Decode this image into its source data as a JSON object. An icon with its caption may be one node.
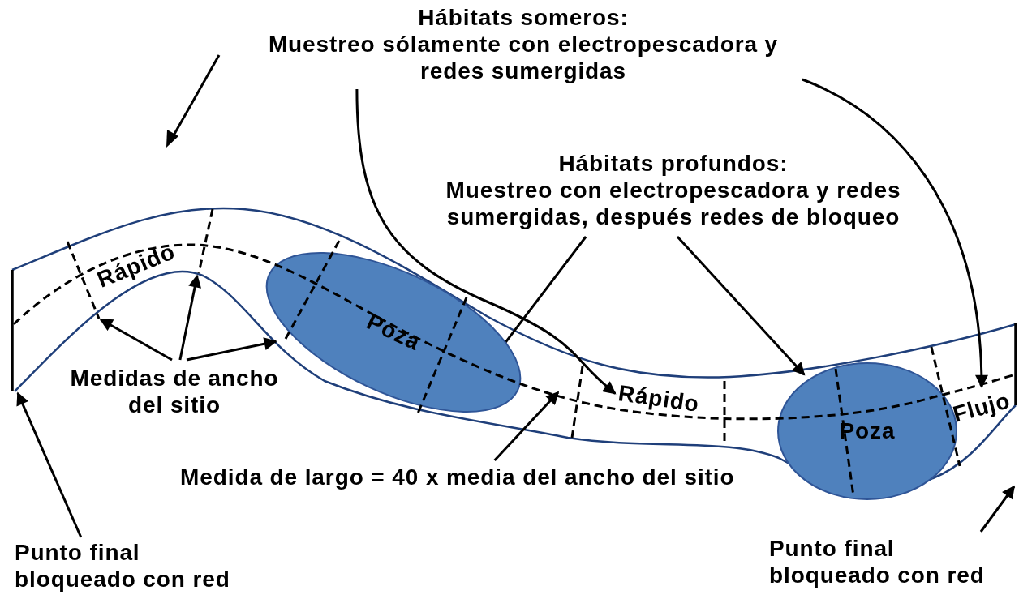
{
  "diagram": {
    "nodes": [
      {
        "text": [
          "Hábitats someros:",
          "Muestreo sólamente con electropescadora y redes sumergidas"
        ]
      },
      {
        "text": [
          "Hábitats profundos:",
          "Muestreo con electropescadora y redes sumergidas, después redes de bloqueo"
        ]
      },
      {
        "text": [
          "Medidas de ancho del sitio"
        ]
      },
      {
        "text": [
          "Medida de largo = 40 x media del ancho del sitio"
        ]
      },
      {
        "text": [
          "Punto final bloqueado con red"
        ]
      },
      {
        "text": [
          "Punto final bloqueado con red"
        ]
      },
      {
        "text": [
          "Poza"
        ]
      },
      {
        "text": [
          "Poza"
        ]
      },
      {
        "text": [
          "Rápido"
        ]
      },
      {
        "text": [
          "Flujo"
        ]
      }
    ],
    "edges": [
      {
        "from": 0,
        "to": 8,
        "arrow": "to"
      },
      {
        "from": 0,
        "to": 9,
        "arrow": "to"
      },
      {
        "from": 1,
        "to": 6,
        "arrow": "to"
      },
      {
        "from": 1,
        "to": 7,
        "arrow": "to"
      },
      {
        "from": 2,
        "to": null,
        "arrow": "to"
      },
      {
        "from": 2,
        "to": null,
        "arrow": "to"
      },
      {
        "from": 2,
        "to": 6,
        "arrow": "to"
      },
      {
        "from": 3,
        "to": null,
        "arrow": "to"
      },
      {
        "from": 4,
        "to": null,
        "arrow": "to"
      },
      {
        "from": 5,
        "to": null,
        "arrow": "to"
      }
    ],
    "labels": [
      "Rápido"
    ]
  }
}
